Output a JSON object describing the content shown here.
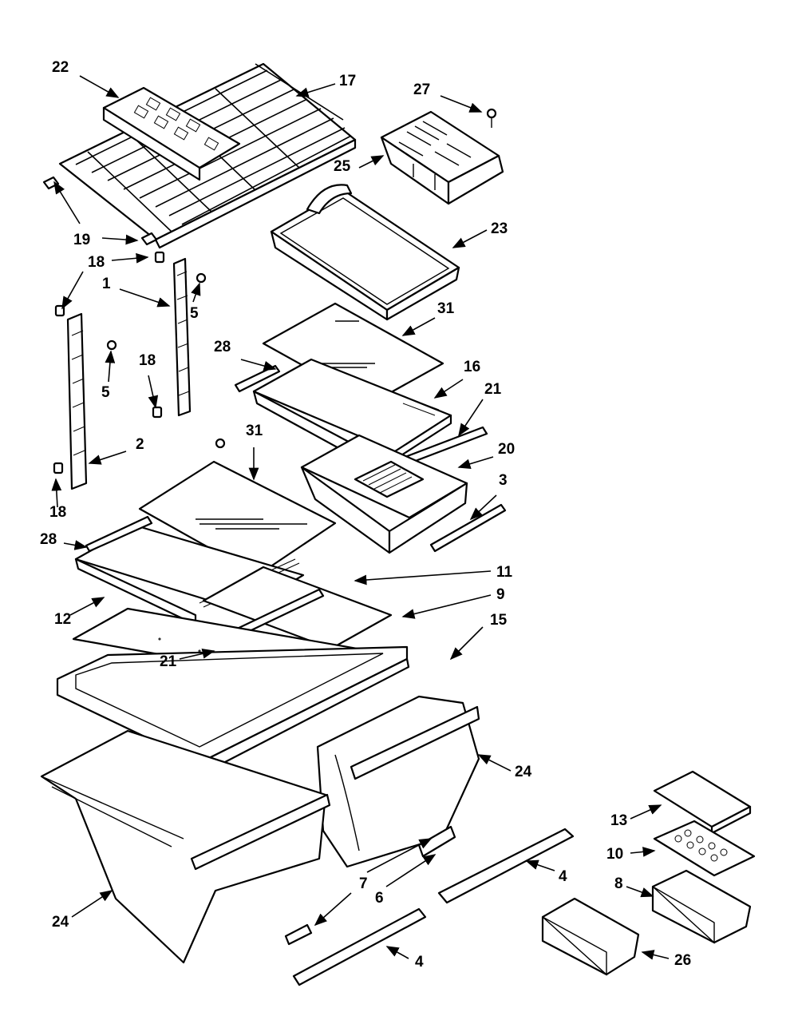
{
  "callouts": [
    "22",
    "17",
    "27",
    "25",
    "23",
    "19",
    "18",
    "1",
    "5",
    "18",
    "5",
    "31",
    "28",
    "16",
    "21",
    "18",
    "20",
    "2",
    "31",
    "3",
    "18",
    "28",
    "11",
    "12",
    "9",
    "15",
    "21",
    "24",
    "13",
    "10",
    "24",
    "8",
    "7",
    "4",
    "6",
    "4",
    "26"
  ],
  "arrow_icon": "arrow-icon"
}
